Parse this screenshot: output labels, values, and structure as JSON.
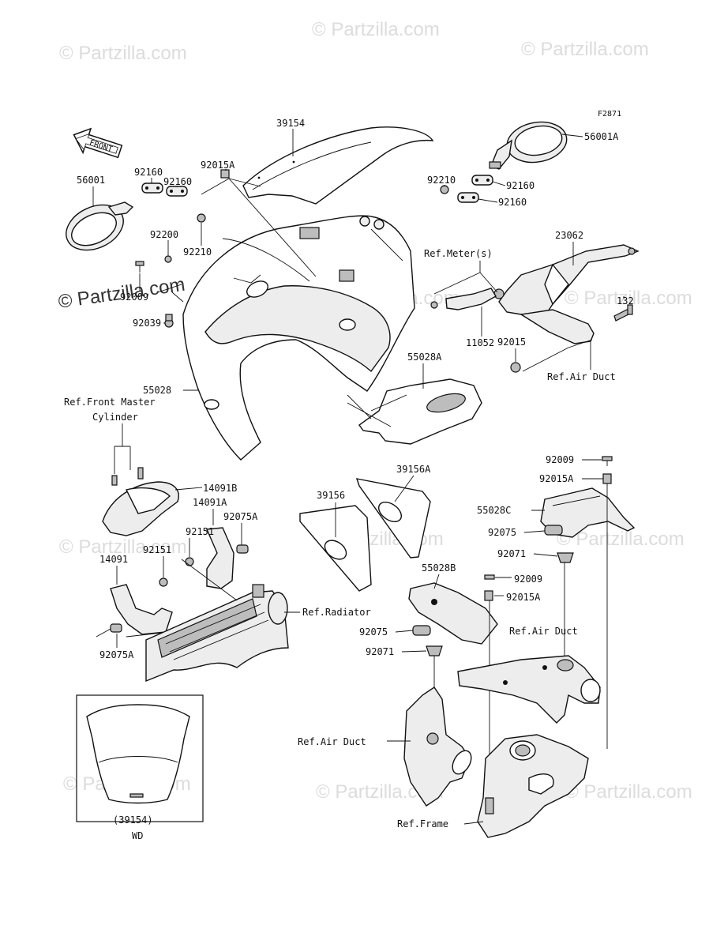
{
  "figure_code": "F2871",
  "front_label": "FRONT",
  "watermark": "© Partzilla.com",
  "parts": {
    "p39154": "39154",
    "p56001A": "56001A",
    "p56001": "56001",
    "p92160a": "92160",
    "p92160b": "92160",
    "p92015A_top": "92015A",
    "p92210_right": "92210",
    "p92160c": "92160",
    "p92160d": "92160",
    "p92200": "92200",
    "p92210_left": "92210",
    "p23062": "23062",
    "p92009_left": "92009",
    "p132": "132",
    "p92039": "92039",
    "p11052": "11052",
    "p92015": "92015",
    "p55028A": "55028A",
    "p55028": "55028",
    "p14091B": "14091B",
    "p14091A": "14091A",
    "p92075A_upper": "92075A",
    "p92151a": "92151",
    "p92151b": "92151",
    "p14091": "14091",
    "p92075A_lower": "92075A",
    "p39156": "39156",
    "p39156A": "39156A",
    "p92009_r1": "92009",
    "p92015A_r1": "92015A",
    "p55028C": "55028C",
    "p92075_r1": "92075",
    "p92071_r1": "92071",
    "p55028B": "55028B",
    "p92009_r2": "92009",
    "p92015A_r2": "92015A",
    "p92075_r2": "92075",
    "p92071_r2": "92071",
    "p39154_inset": "(39154)"
  },
  "refs": {
    "meter": "Ref.Meter(s)",
    "air_duct_1": "Ref.Air Duct",
    "front_master_1": "Ref.Front Master",
    "front_master_2": "Cylinder",
    "radiator": "Ref.Radiator",
    "air_duct_2": "Ref.Air Duct",
    "air_duct_3": "Ref.Air Duct",
    "frame": "Ref.Frame"
  },
  "inset_label": "WD"
}
